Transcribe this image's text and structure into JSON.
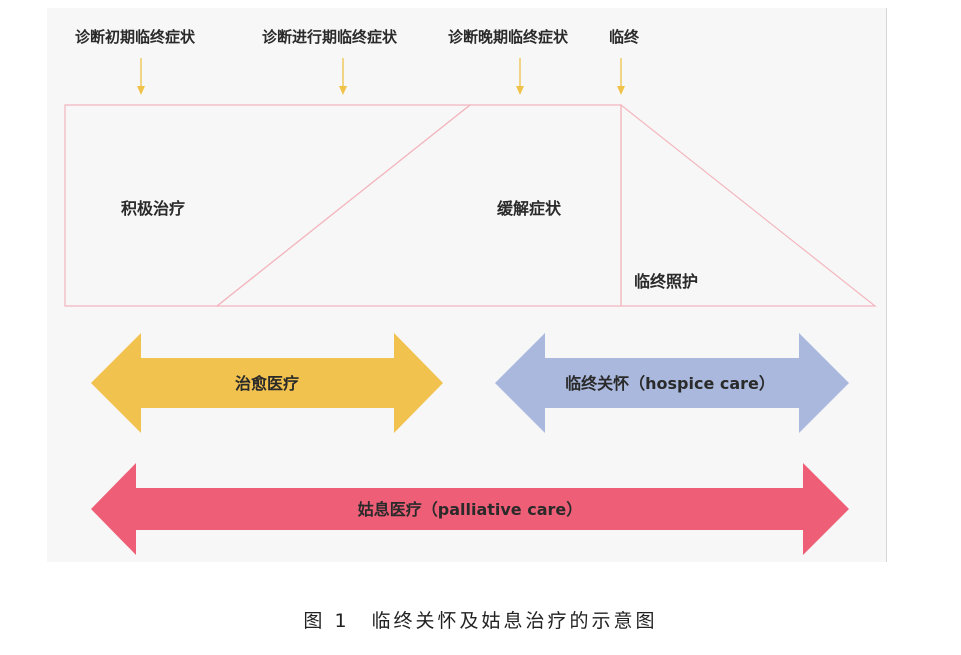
{
  "stages": {
    "early": "诊断初期临终症状",
    "progressive": "诊断进行期临终症状",
    "late": "诊断晚期临终症状",
    "end": "临终"
  },
  "regions": {
    "active_treatment": "积极治疗",
    "symptom_relief": "缓解症状",
    "end_of_life_care": "临终照护"
  },
  "arrows": {
    "curative": {
      "label": "治愈医疗",
      "color": "#f2c24f"
    },
    "hospice": {
      "label": "临终关怀（hospice care）",
      "color": "#a9b8dc"
    },
    "palliative": {
      "label": "姑息医疗（palliative care）",
      "color": "#ee5f77"
    }
  },
  "colors": {
    "stage_marker": "#f0c24a",
    "region_outline": "#f3b6be"
  },
  "caption": "图 1　临终关怀及姑息治疗的示意图"
}
